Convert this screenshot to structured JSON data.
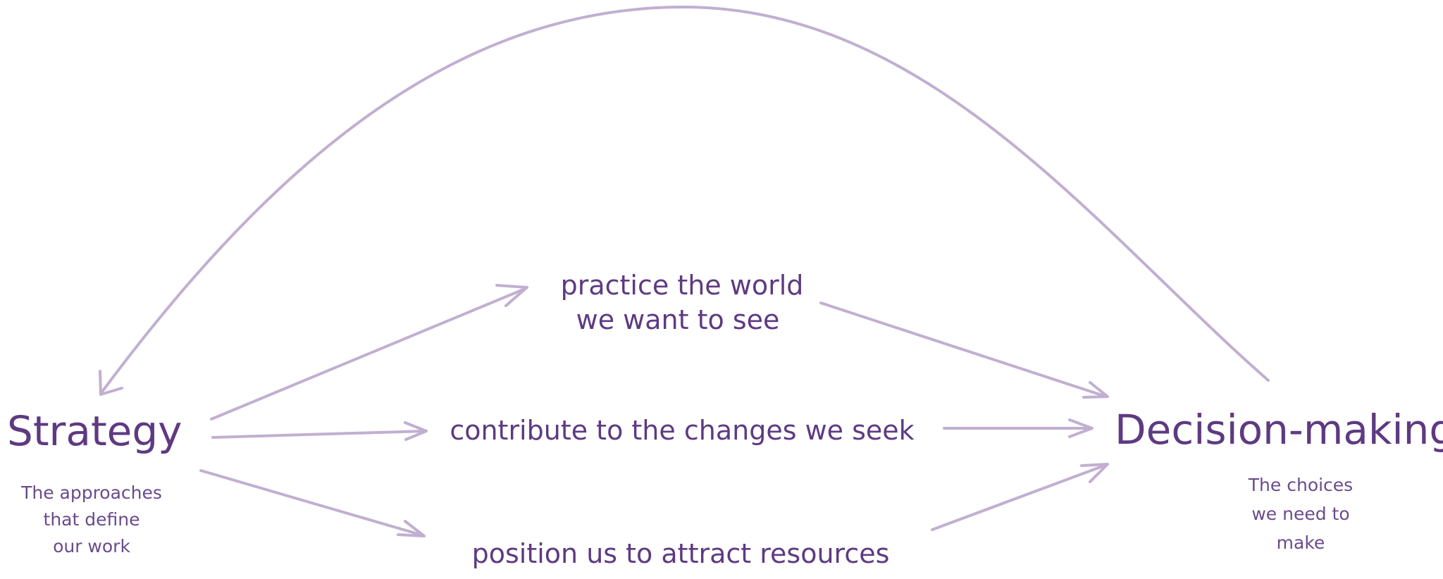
{
  "colors": {
    "text": "#5e3a82",
    "subtext": "#6a4b8c",
    "arrow": "#c1afd1"
  },
  "nodes": {
    "strategy": {
      "title": "Strategy",
      "description": [
        "The approaches",
        "that define",
        "our work"
      ]
    },
    "decision": {
      "title": "Decision-making",
      "description": [
        "The choices",
        "we need to",
        "make"
      ]
    },
    "practice": {
      "lines": [
        "practice the world",
        "we want to see"
      ]
    },
    "contribute": {
      "lines": [
        "contribute to the changes we seek"
      ]
    },
    "position": {
      "lines": [
        "position us to attract resources"
      ]
    }
  }
}
